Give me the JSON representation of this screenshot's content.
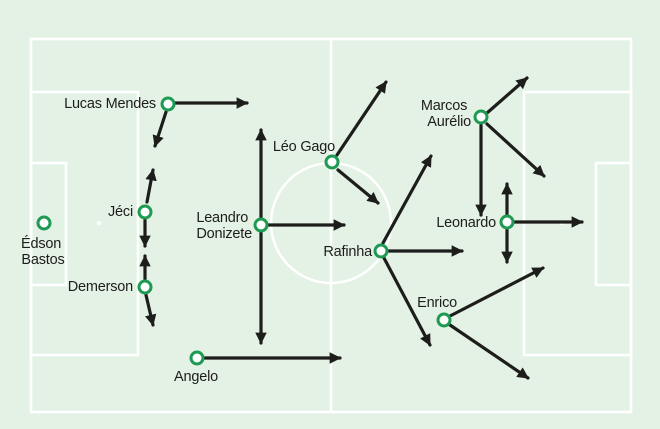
{
  "colors": {
    "background": "#e4f2e6",
    "lines": "#ffffff",
    "marker": "#1f9a52",
    "arrow": "#1d1d1b"
  },
  "players": [
    {
      "id": "edson-bastos",
      "label": [
        "Édson",
        "Bastos"
      ]
    },
    {
      "id": "jeci",
      "label": [
        "Jéci"
      ]
    },
    {
      "id": "demerson",
      "label": [
        "Demerson"
      ]
    },
    {
      "id": "lucas-mendes",
      "label": [
        "Lucas Mendes"
      ]
    },
    {
      "id": "leandro-donizete",
      "label": [
        "Leandro",
        "Donizete"
      ]
    },
    {
      "id": "angelo",
      "label": [
        "Angelo"
      ]
    },
    {
      "id": "leo-gago",
      "label": [
        "Léo Gago"
      ]
    },
    {
      "id": "rafinha",
      "label": [
        "Rafinha"
      ]
    },
    {
      "id": "marcos-aurelio",
      "label": [
        "Marcos",
        "Aurélio"
      ]
    },
    {
      "id": "leonardo",
      "label": [
        "Leonardo"
      ]
    },
    {
      "id": "enrico",
      "label": [
        "Enrico"
      ]
    }
  ]
}
